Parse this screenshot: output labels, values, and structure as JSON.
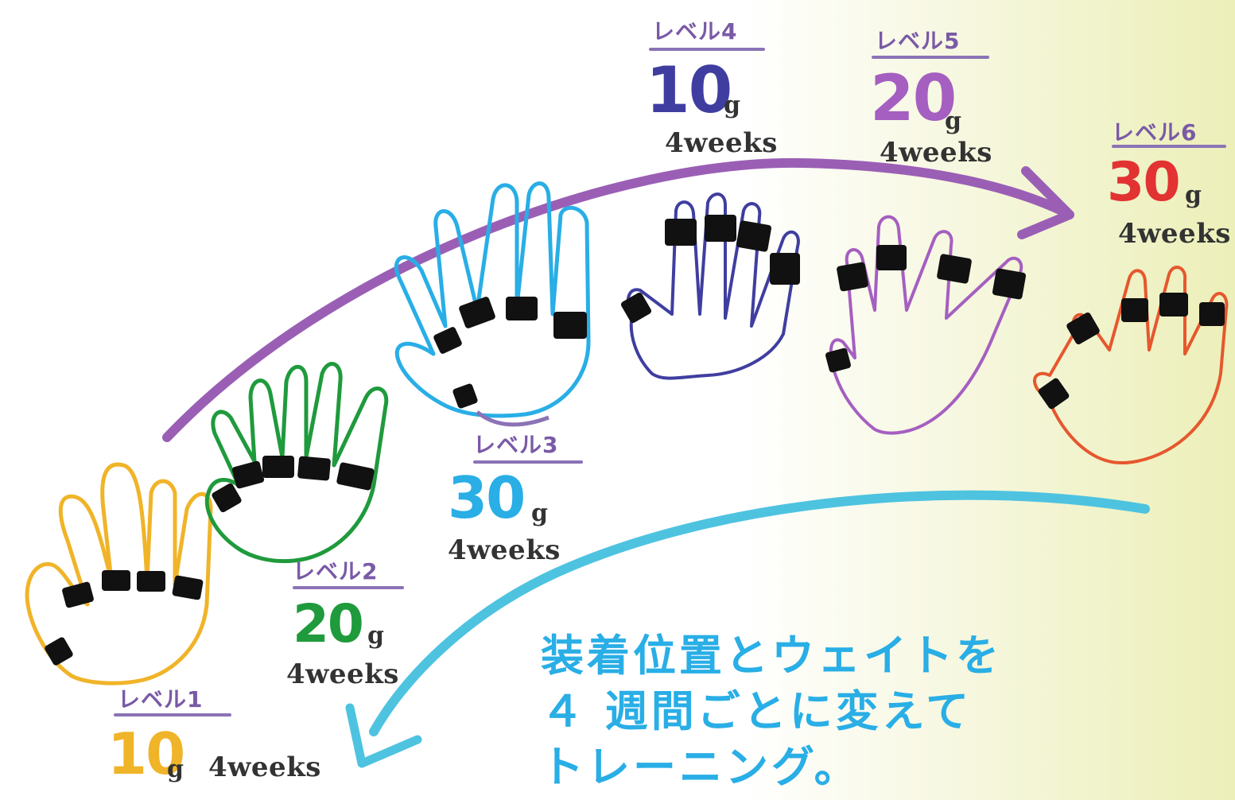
{
  "levels": [
    {
      "name": "レベル1",
      "weight": "10",
      "unit": "g",
      "duration": "4weeks",
      "color": "#f0b429"
    },
    {
      "name": "レベル2",
      "weight": "20",
      "unit": "g",
      "duration": "4weeks",
      "color": "#1f9a3c"
    },
    {
      "name": "レベル3",
      "weight": "30",
      "unit": "g",
      "duration": "4weeks",
      "color": "#29aee6"
    },
    {
      "name": "レベル4",
      "weight": "10",
      "unit": "g",
      "duration": "4weeks",
      "color": "#3f3ea0"
    },
    {
      "name": "レベル5",
      "weight": "20",
      "unit": "g",
      "duration": "4weeks",
      "color": "#a55fc0"
    },
    {
      "name": "レベル6",
      "weight": "30",
      "unit": "g",
      "duration": "4weeks",
      "color": "#e23232"
    }
  ],
  "caption": {
    "lines": [
      "装着位置とウェイトを",
      "４ 週間ごとに変えて",
      "トレーニング。"
    ],
    "color": "#29aee6"
  },
  "arrows": {
    "progress_color": "#9a5fb5",
    "return_color": "#4ec3e0"
  },
  "icons": [
    "hand-icon",
    "finger-weight-icon",
    "progress-arrow-icon",
    "return-arrow-icon"
  ]
}
